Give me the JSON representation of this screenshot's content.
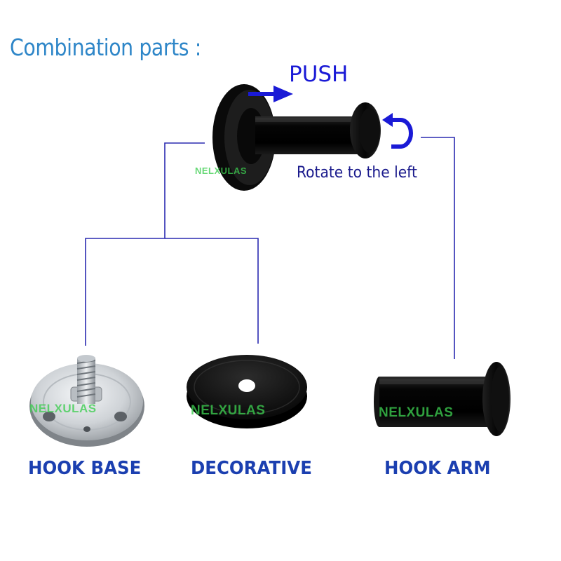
{
  "title": "Combination parts :",
  "annotations": {
    "push": "PUSH",
    "rotate": "Rotate to the left"
  },
  "parts": [
    {
      "label": "HOOK BASE"
    },
    {
      "label": "DECORATIVE"
    },
    {
      "label": "HOOK ARM"
    }
  ],
  "watermark": "NELXULAS",
  "icons": [
    "push-arrow-icon",
    "rotate-left-arrow-icon"
  ],
  "colors": {
    "title": "#2e86c8",
    "arrows": "#1a1ad6",
    "connector_lines": "#2a2ab0",
    "part_labels": "#1b3fb0",
    "watermark": "#3ccd50",
    "hook_finish": "#111111",
    "base_finish": "#c9cdd1"
  }
}
